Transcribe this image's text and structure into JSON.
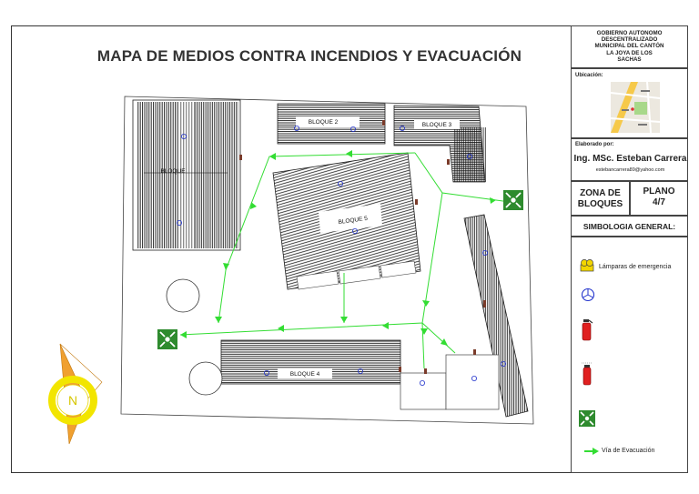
{
  "title": "MAPA DE MEDIOS CONTRA INCENDIOS Y EVACUACIÓN",
  "title_block": {
    "institution": [
      "GOBIERNO AUTONOMO",
      "DESCENTRALIZADO",
      "MUNICIPAL DEL CANTÓN",
      "LA JOYA DE LOS",
      "SACHAS"
    ],
    "location_label": "Ubicación:",
    "prepared_by_label": "Elaborado por:",
    "author": "Ing. MSc. Esteban Carrera",
    "email": "estebancarrera89@yahoo.com",
    "zone_line1": "ZONA DE",
    "zone_line2": "BLOQUES",
    "plan_label": "PLANO",
    "plan_number": "4/7",
    "legend_title": "SIMBOLOGIA GENERAL:"
  },
  "legend": [
    {
      "icon": "emergency-lamp-icon",
      "label": "Lámparas de emergencia"
    },
    {
      "icon": "smoke-detector-icon",
      "label": ""
    },
    {
      "icon": "fire-extinguisher-icon",
      "label": ""
    },
    {
      "icon": "fire-extinguisher-co2-icon",
      "label": ""
    },
    {
      "icon": "assembly-point-icon",
      "label": ""
    },
    {
      "icon": "evacuation-arrow-icon",
      "label": "Vía de Evacuación"
    }
  ],
  "map": {
    "block_labels": [
      "BLOQUE",
      "BLOQUE 2",
      "BLOQUE 3",
      "BLOQUE 5",
      "BLOQUE 4"
    ],
    "north_label": "N"
  },
  "colors": {
    "evacuation_green": "#33dd33",
    "assembly_green": "#2e8b2e",
    "detector_blue": "#2233cc",
    "extinguisher_red": "#e02020",
    "compass_yellow": "#f2e500",
    "compass_orange": "#f0a030"
  }
}
